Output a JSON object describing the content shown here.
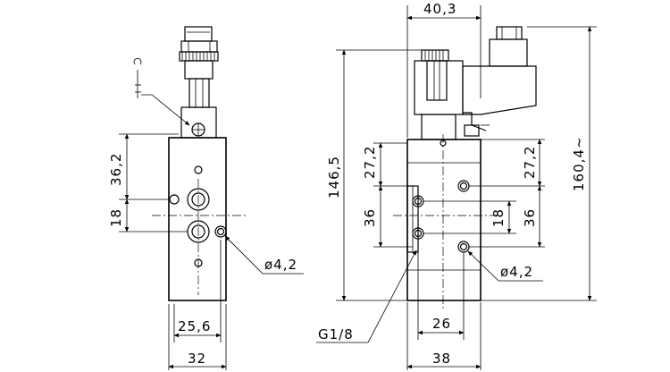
{
  "left_view": {
    "dims": {
      "d36_2": "36,2",
      "d18": "18",
      "phi4_2": "ø4,2",
      "w25_6": "25,6",
      "w32": "32"
    }
  },
  "right_view": {
    "dims": {
      "w40_3": "40,3",
      "h146_5": "146,5",
      "d27_2_left": "27,2",
      "d36_left": "36",
      "d18": "18",
      "d27_2_right": "27,2",
      "d36_right": "36",
      "h160_4": "160,4~",
      "phi4_2": "ø4,2",
      "thread": "G1/8",
      "w26": "26",
      "w38": "38"
    }
  }
}
